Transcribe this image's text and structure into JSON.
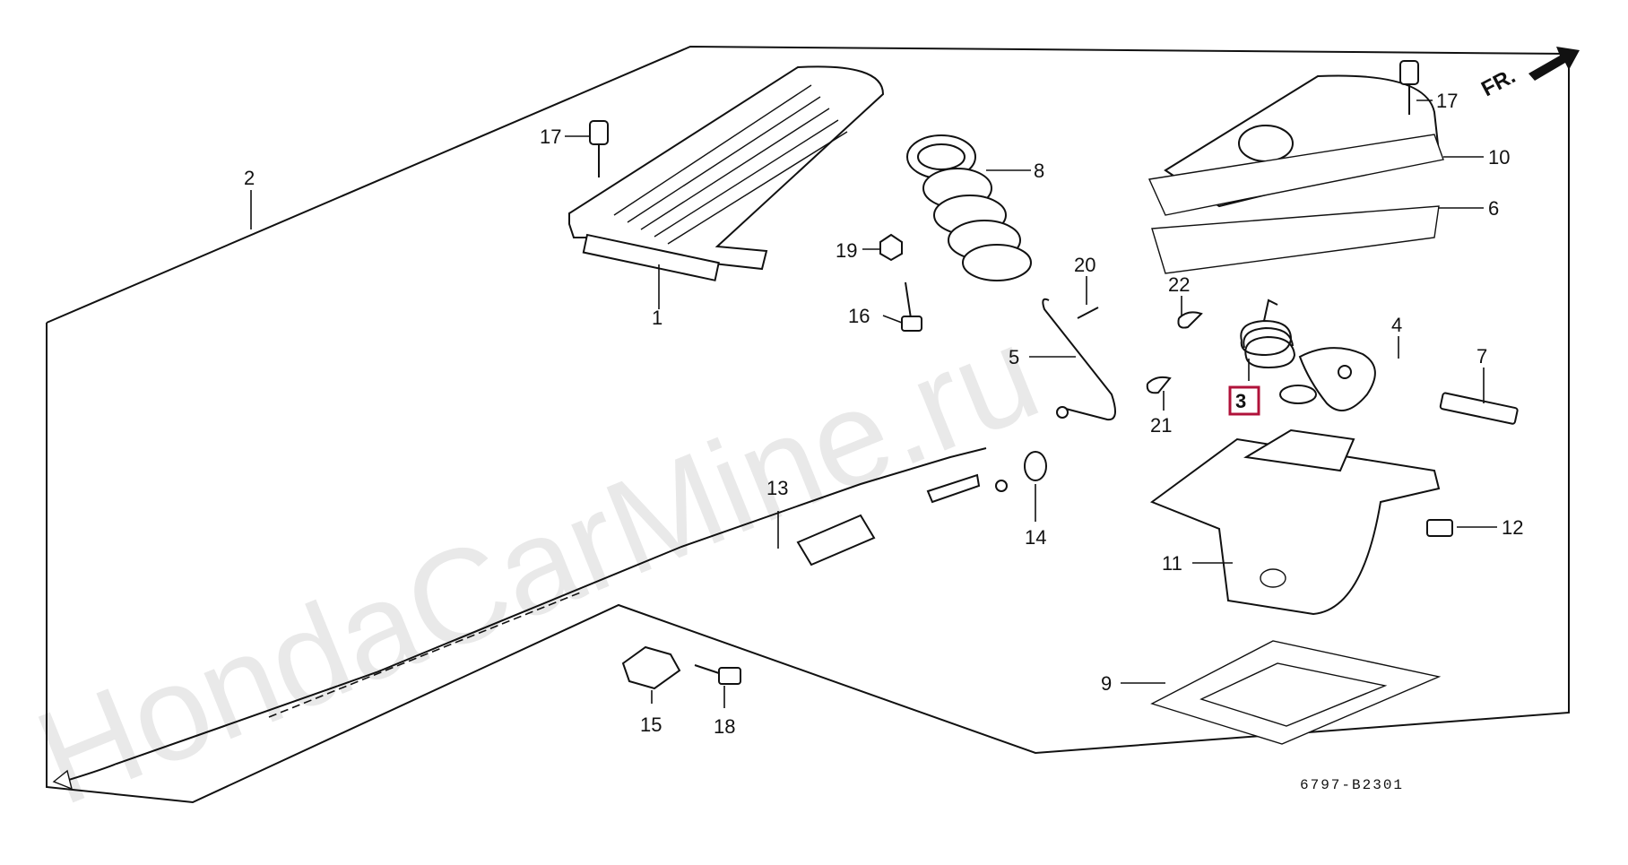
{
  "watermark": "HondaCarMine.ru",
  "direction_marker": "FR.",
  "diagram_code": "6797-B2301",
  "highlighted_part": "3",
  "part_labels": {
    "p1": "1",
    "p2": "2",
    "p3": "3",
    "p4": "4",
    "p5": "5",
    "p6": "6",
    "p7": "7",
    "p8": "8",
    "p9": "9",
    "p10": "10",
    "p11": "11",
    "p12": "12",
    "p13": "13",
    "p14": "14",
    "p15": "15",
    "p16": "16",
    "p17a": "17",
    "p17b": "17",
    "p18": "18",
    "p19": "19",
    "p20": "20",
    "p21": "21",
    "p22": "22"
  }
}
